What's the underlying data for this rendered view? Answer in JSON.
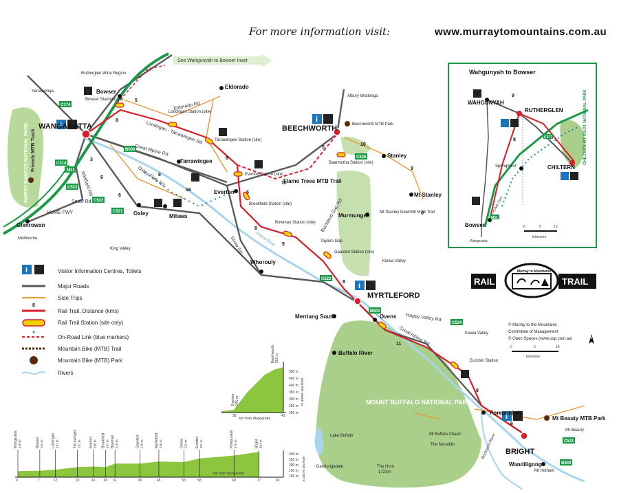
{
  "header": {
    "info_text": "For more information visit:",
    "url": "www.murraytomountains.com.au"
  },
  "inset_link": "See Wahgunyah to Bowser Inset",
  "region_labels": {
    "rutherglen_wine": "Rutherglen Wine Region",
    "warby_np": "WARBY RANGES NATIONAL PARK",
    "friends_track": "Friends MTB Track",
    "buffalo_np": "MOUNT BUFFALO NATIONAL PARK",
    "flame_trees": "Flame Trees MTB Trail",
    "mt_stanley_trail": "Mt Stanley Downhill MTB Trail",
    "beechworth_mtb": "Beechworth MTB Park",
    "mt_beauty_mtb": "Mt Beauty MTB Park",
    "ovens_river": "Ovens River",
    "buckland_river": "Buckland River",
    "lake_buffalo": "Lake Buffalo"
  },
  "towns": {
    "wangaratta": "WANGARATTA",
    "beechworth": "BEECHWORTH",
    "myrtleford": "MYRTLEFORD",
    "bright": "BRIGHT",
    "bowser": "Bowser",
    "bowser_station": "Bowser Station (site)",
    "eldorado": "Eldorado",
    "londrigan": "Londrigan Station (site)",
    "tarrawingee_st": "Tarrawingee Station (site)",
    "tarrawingee": "Tarrawingee",
    "everton": "Everton",
    "everton_st": "Everton Station (site)",
    "brookfield": "Brookfield Station (site)",
    "oxley": "Oxley",
    "milawa": "Milawa",
    "glenrowan": "Glenrowan",
    "whorouly": "Whorouly",
    "bowman": "Bowman Station (site)",
    "gapsted": "Gapsted Station (site)",
    "baarmutha": "Baarmutha Station (site)",
    "murmungee": "Murmungee",
    "stanley": "Stanley",
    "mt_stanley": "Mt Stanley",
    "merriang": "Merriang South",
    "ovens": "Ovens",
    "buffalo_river": "Buffalo River",
    "eurobin": "Eurobin Station",
    "porepunkah": "Porepunkah",
    "wandiligong": "Wandiligong",
    "mt_hotham": "Mt Hotham",
    "mt_beauty": "Mt Beauty",
    "dandongadale": "Dandongadale",
    "the_horn": "The Horn",
    "horn_height": "1723m",
    "chalet": "Mt Buffalo Chalet",
    "monolith": "The Monolith",
    "taylors_gap": "Taylors Gap",
    "yarrawonga": "Yarrawonga",
    "albury": "Albury Wodonga",
    "melbourne": "Melbourne",
    "king_valley": "King Valley",
    "kiewa_valley": "Kiewa Valley",
    "kiewa_valley2": "Kiewa Valley"
  },
  "roads": {
    "hume": "HUME FWY",
    "snow_rd": "Snow Rd",
    "great_alpine": "Great Alpine Rd",
    "eldorado_rd": "Eldorado Rd",
    "londrigan_rd": "Londrigan - Tarrawingee Rd",
    "oxley_flats": "Oxley Flats Rd",
    "whitfield": "Whitfield Rd",
    "buckland_gap": "Buckland Gap Rd",
    "happy_valley": "Happy Valley Rd",
    "great_alpine2": "Great Alpine Rd",
    "snow_rd2": "Snow Rd"
  },
  "shields": [
    "C374",
    "B500",
    "M31",
    "C314",
    "C523",
    "C522",
    "C521",
    "C525",
    "C522",
    "B500",
    "C534",
    "C531",
    "B500"
  ],
  "distances": [
    "5",
    "8",
    "3",
    "6",
    "6",
    "6",
    "16",
    "6",
    "5",
    "10",
    "5",
    "10",
    "9",
    "6",
    "8",
    "5",
    "8",
    "11",
    "8",
    "6"
  ],
  "legend": {
    "items": [
      {
        "label": "Visitor Information Centres, Toilets"
      },
      {
        "label": "Major Roads"
      },
      {
        "label": "Side Trips"
      },
      {
        "label": "Rail Trail, Distance (kms)"
      },
      {
        "label": "Rail Trail Station (site only)"
      },
      {
        "label": "On-Road Link (blue markers)"
      },
      {
        "label": "Mountain Bike (MTB) Trail"
      },
      {
        "label": "Mountain Bike (MTB) Park"
      },
      {
        "label": "Rivers"
      }
    ],
    "distance_sample": "8"
  },
  "inset": {
    "title": "Wahgunyah to Bowser",
    "towns": {
      "wahgunyah": "WAHGUNYAH",
      "rutherglen": "RUTHERGLEN",
      "chiltern": "CHILTERN",
      "springhurst": "Springhurst",
      "bowser": "Bowser",
      "wangaratta": "Wangaratta"
    },
    "park": "CHILTERN MT PILOT NATIONAL PARK",
    "hume": "HUME FWY",
    "shields": [
      "C377",
      "M31"
    ],
    "distances": [
      "9",
      "8"
    ],
    "scale_ticks": [
      "0",
      "5",
      "10"
    ],
    "scale_unit": "kilometre"
  },
  "logo": {
    "left": "RAIL",
    "right": "TRAIL",
    "ribbon": "Murray to Mountains"
  },
  "credits": [
    "© Murray to the Mountains",
    "Committee of Management",
    "© Open Spaces (www.osp.com.au)"
  ],
  "scale": {
    "ticks": [
      "0",
      "5",
      "10"
    ],
    "unit": "kilometre"
  },
  "profile_small": {
    "towns": [
      "Everton",
      "Beechworth"
    ],
    "heights": [
      "241 m",
      "553 m"
    ],
    "y_ticks": [
      "500 m",
      "450 m",
      "400 m",
      "350 m",
      "300 m",
      "250 m",
      "200 m"
    ],
    "axis_label": "km from Wangaratta",
    "axis_unit": "m above sea level",
    "km": [
      "28",
      "41"
    ]
  },
  "profile_main": {
    "towns": [
      "Wangaratta",
      "Bowser",
      "Londrigan",
      "Tarrawingee",
      "Everton",
      "Brookfield",
      "Bowman",
      "Gapsted",
      "Myrtleford",
      "Ovens",
      "Eurobin",
      "Porepunkah",
      "Bright"
    ],
    "heights": [
      "149 m",
      "152 m",
      "161 m",
      "181 m",
      "186 m",
      "181 m",
      "210 m",
      "210 m",
      "226 m",
      "222 m",
      "251 m",
      "275 m",
      "304 m"
    ],
    "km": [
      "0",
      "7",
      "12",
      "19",
      "24",
      "28",
      "31",
      "39",
      "45",
      "53",
      "58",
      "69",
      "77",
      "83"
    ],
    "y_ticks": [
      "300 m",
      "250 m",
      "200 m",
      "150 m",
      "100 m"
    ],
    "axis_label": "km from Wangaratta",
    "axis_unit": "m above sea level"
  },
  "colors": {
    "rail_trail": "#d81e2a",
    "major_road": "#555555",
    "side_trip": "#e59a38",
    "park": "#aacf8b",
    "river": "#a8d4ec",
    "highway": "#1a9a47"
  }
}
